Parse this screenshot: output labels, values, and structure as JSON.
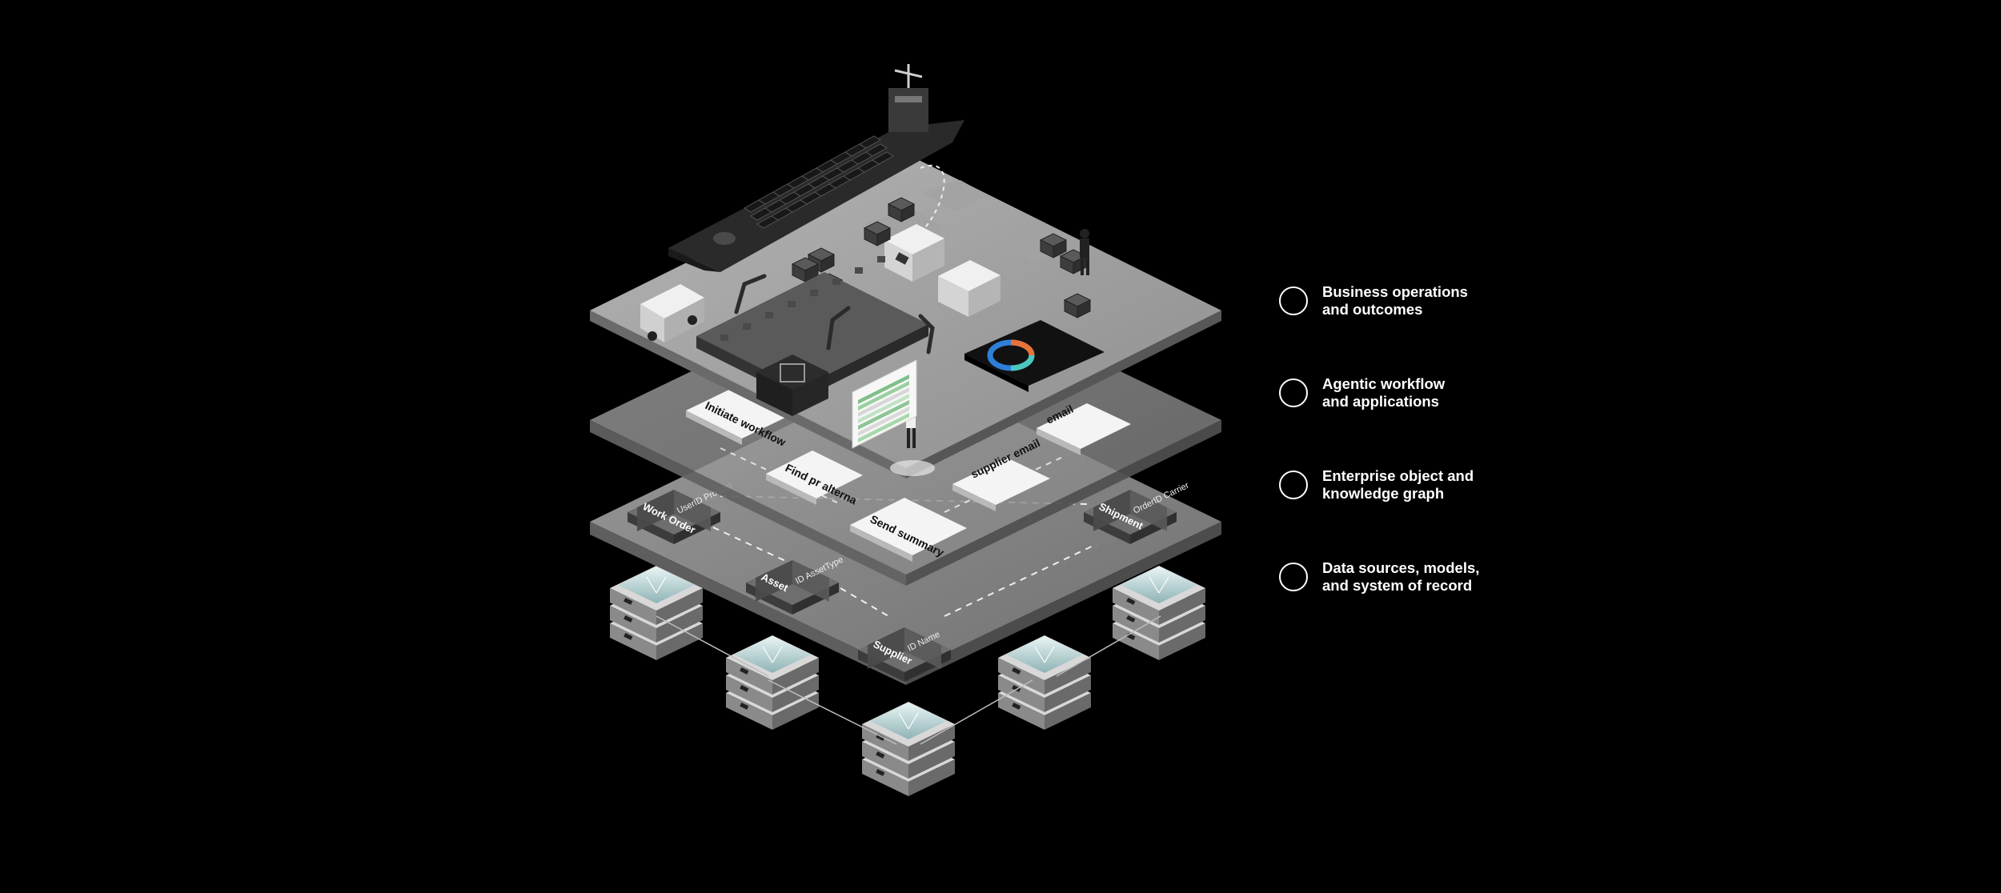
{
  "legend": {
    "items": [
      {
        "line1": "Business operations",
        "line2": "and outcomes"
      },
      {
        "line1": "Agentic workflow",
        "line2": "and applications"
      },
      {
        "line1": "Enterprise object and",
        "line2": "knowledge graph"
      },
      {
        "line1": "Data sources, models,",
        "line2": "and system of record"
      }
    ]
  },
  "workflow_cards": {
    "initiate": "Initiate workflow",
    "find": "Find pr alterna",
    "send": "Send summary",
    "supplier": "supplier email",
    "email": "email"
  },
  "objects": {
    "work_order": {
      "name": "Work Order",
      "fields": "UserID Product"
    },
    "asset": {
      "name": "Asset",
      "fields": "ID AssetType"
    },
    "supplier": {
      "name": "Supplier",
      "fields": "ID Name"
    },
    "shipment": {
      "name": "Shipment",
      "fields": "OrderID Carrier"
    }
  },
  "colors": {
    "background": "#000000",
    "layer_top": "#9a9a9a",
    "layer_mid": "#8a8a8a",
    "layer_bottom": "#7d7d7d",
    "db_glass": "#cfe6e6",
    "donut_a": "#2f7fd8",
    "donut_b": "#e8733a",
    "donut_c": "#4cc7c0"
  },
  "icons": [
    "container-ship-icon",
    "truck-icon",
    "forklift-icon",
    "robot-arm-icon",
    "person-icon",
    "dashboard-tablet-icon",
    "database-stack-icon"
  ]
}
